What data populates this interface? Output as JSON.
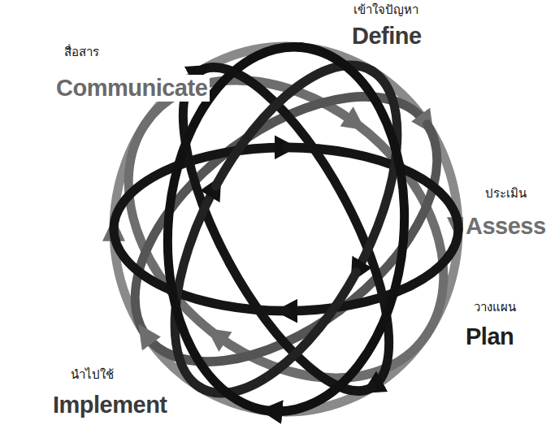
{
  "diagram": {
    "labels": [
      "เข้าใจปัญหา",
      "Define",
      "สื่อสาร",
      "Communicate",
      "ประเมิน",
      "Assess",
      "วางแผน",
      "Plan",
      "นำไปใช้",
      "Implement"
    ]
  }
}
